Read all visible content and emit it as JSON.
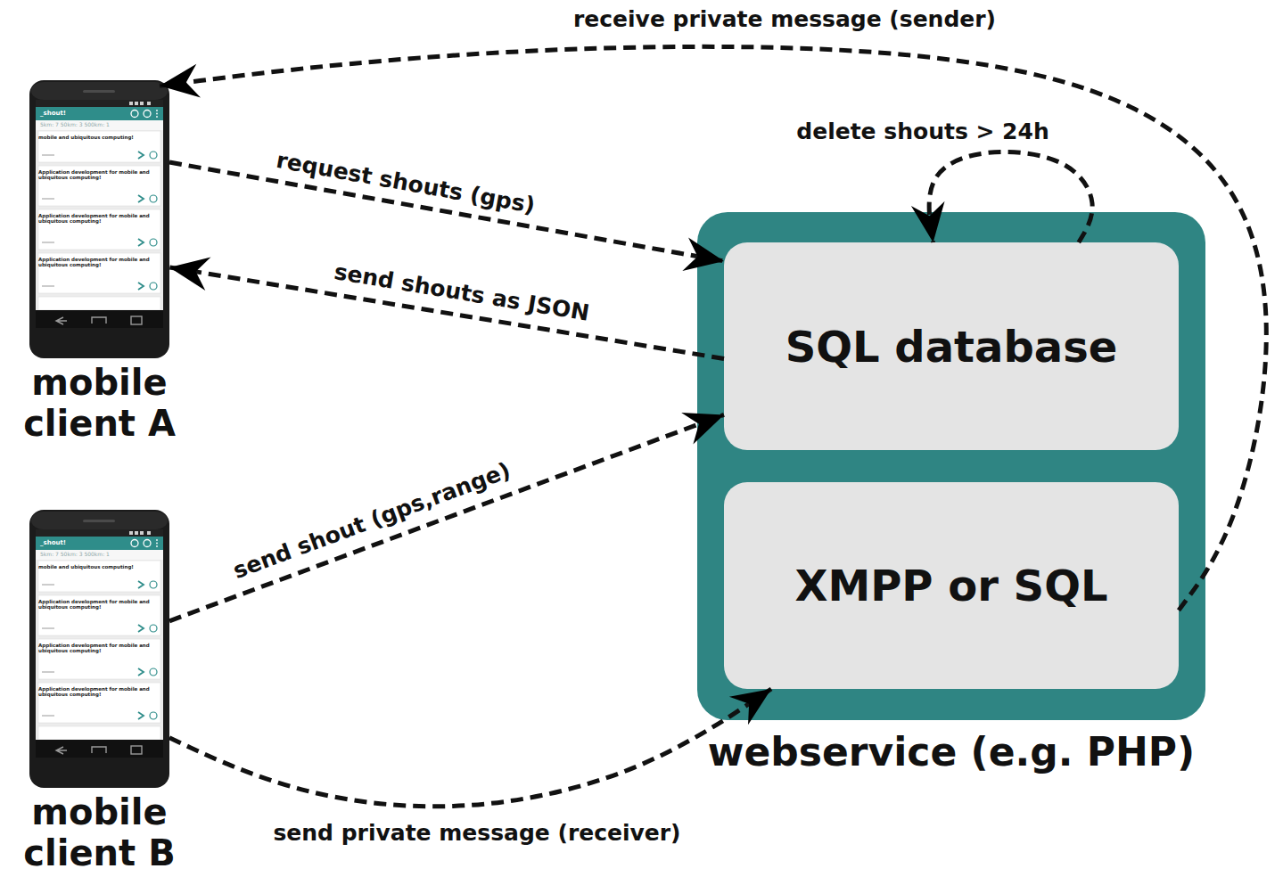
{
  "diagram": {
    "nodes": [
      {
        "text": [
          "mobile client A"
        ]
      },
      {
        "text": [
          "webservice (e.g. PHP)"
        ]
      },
      {
        "text": [
          "SQL database"
        ],
        "in": 1
      },
      {
        "text": [
          "XMPP or SQL"
        ],
        "in": 1
      },
      {
        "text": [
          "mobile client B"
        ]
      }
    ],
    "edges": [
      {
        "from": 0,
        "to": 2,
        "label": "request shouts (gps)",
        "arrow": "to"
      },
      {
        "from": 2,
        "to": 0,
        "label": "send shouts as JSON",
        "arrow": "to"
      },
      {
        "from": 4,
        "to": 2,
        "label": "send shout (gps,range)",
        "arrow": "to"
      },
      {
        "from": 4,
        "to": 3,
        "label": "send private message (receiver)",
        "arrow": "to"
      },
      {
        "from": 3,
        "to": 0,
        "label": "receive private message (sender)",
        "arrow": "to"
      },
      {
        "from": 2,
        "to": 2,
        "label": "delete shouts > 24h",
        "arrow": "to"
      }
    ],
    "labels": [
      "_shout!",
      "5km: 7 50km: 3 500km: 1",
      "mobile and ubiquitous computing!",
      "Application development for mobile and ubiquitous computing!",
      "Application development for mobile and ubiquitous computing!",
      "Application development for mobile and ubiquitous computing!",
      "_shout!",
      "5km: 7 50km: 3 500km: 1",
      "mobile and ubiquitous computing!",
      "Application development for mobile and ubiquitous computing!",
      "Application development for mobile and ubiquitous computing!",
      "Application development for mobile and ubiquitous computing!"
    ]
  }
}
